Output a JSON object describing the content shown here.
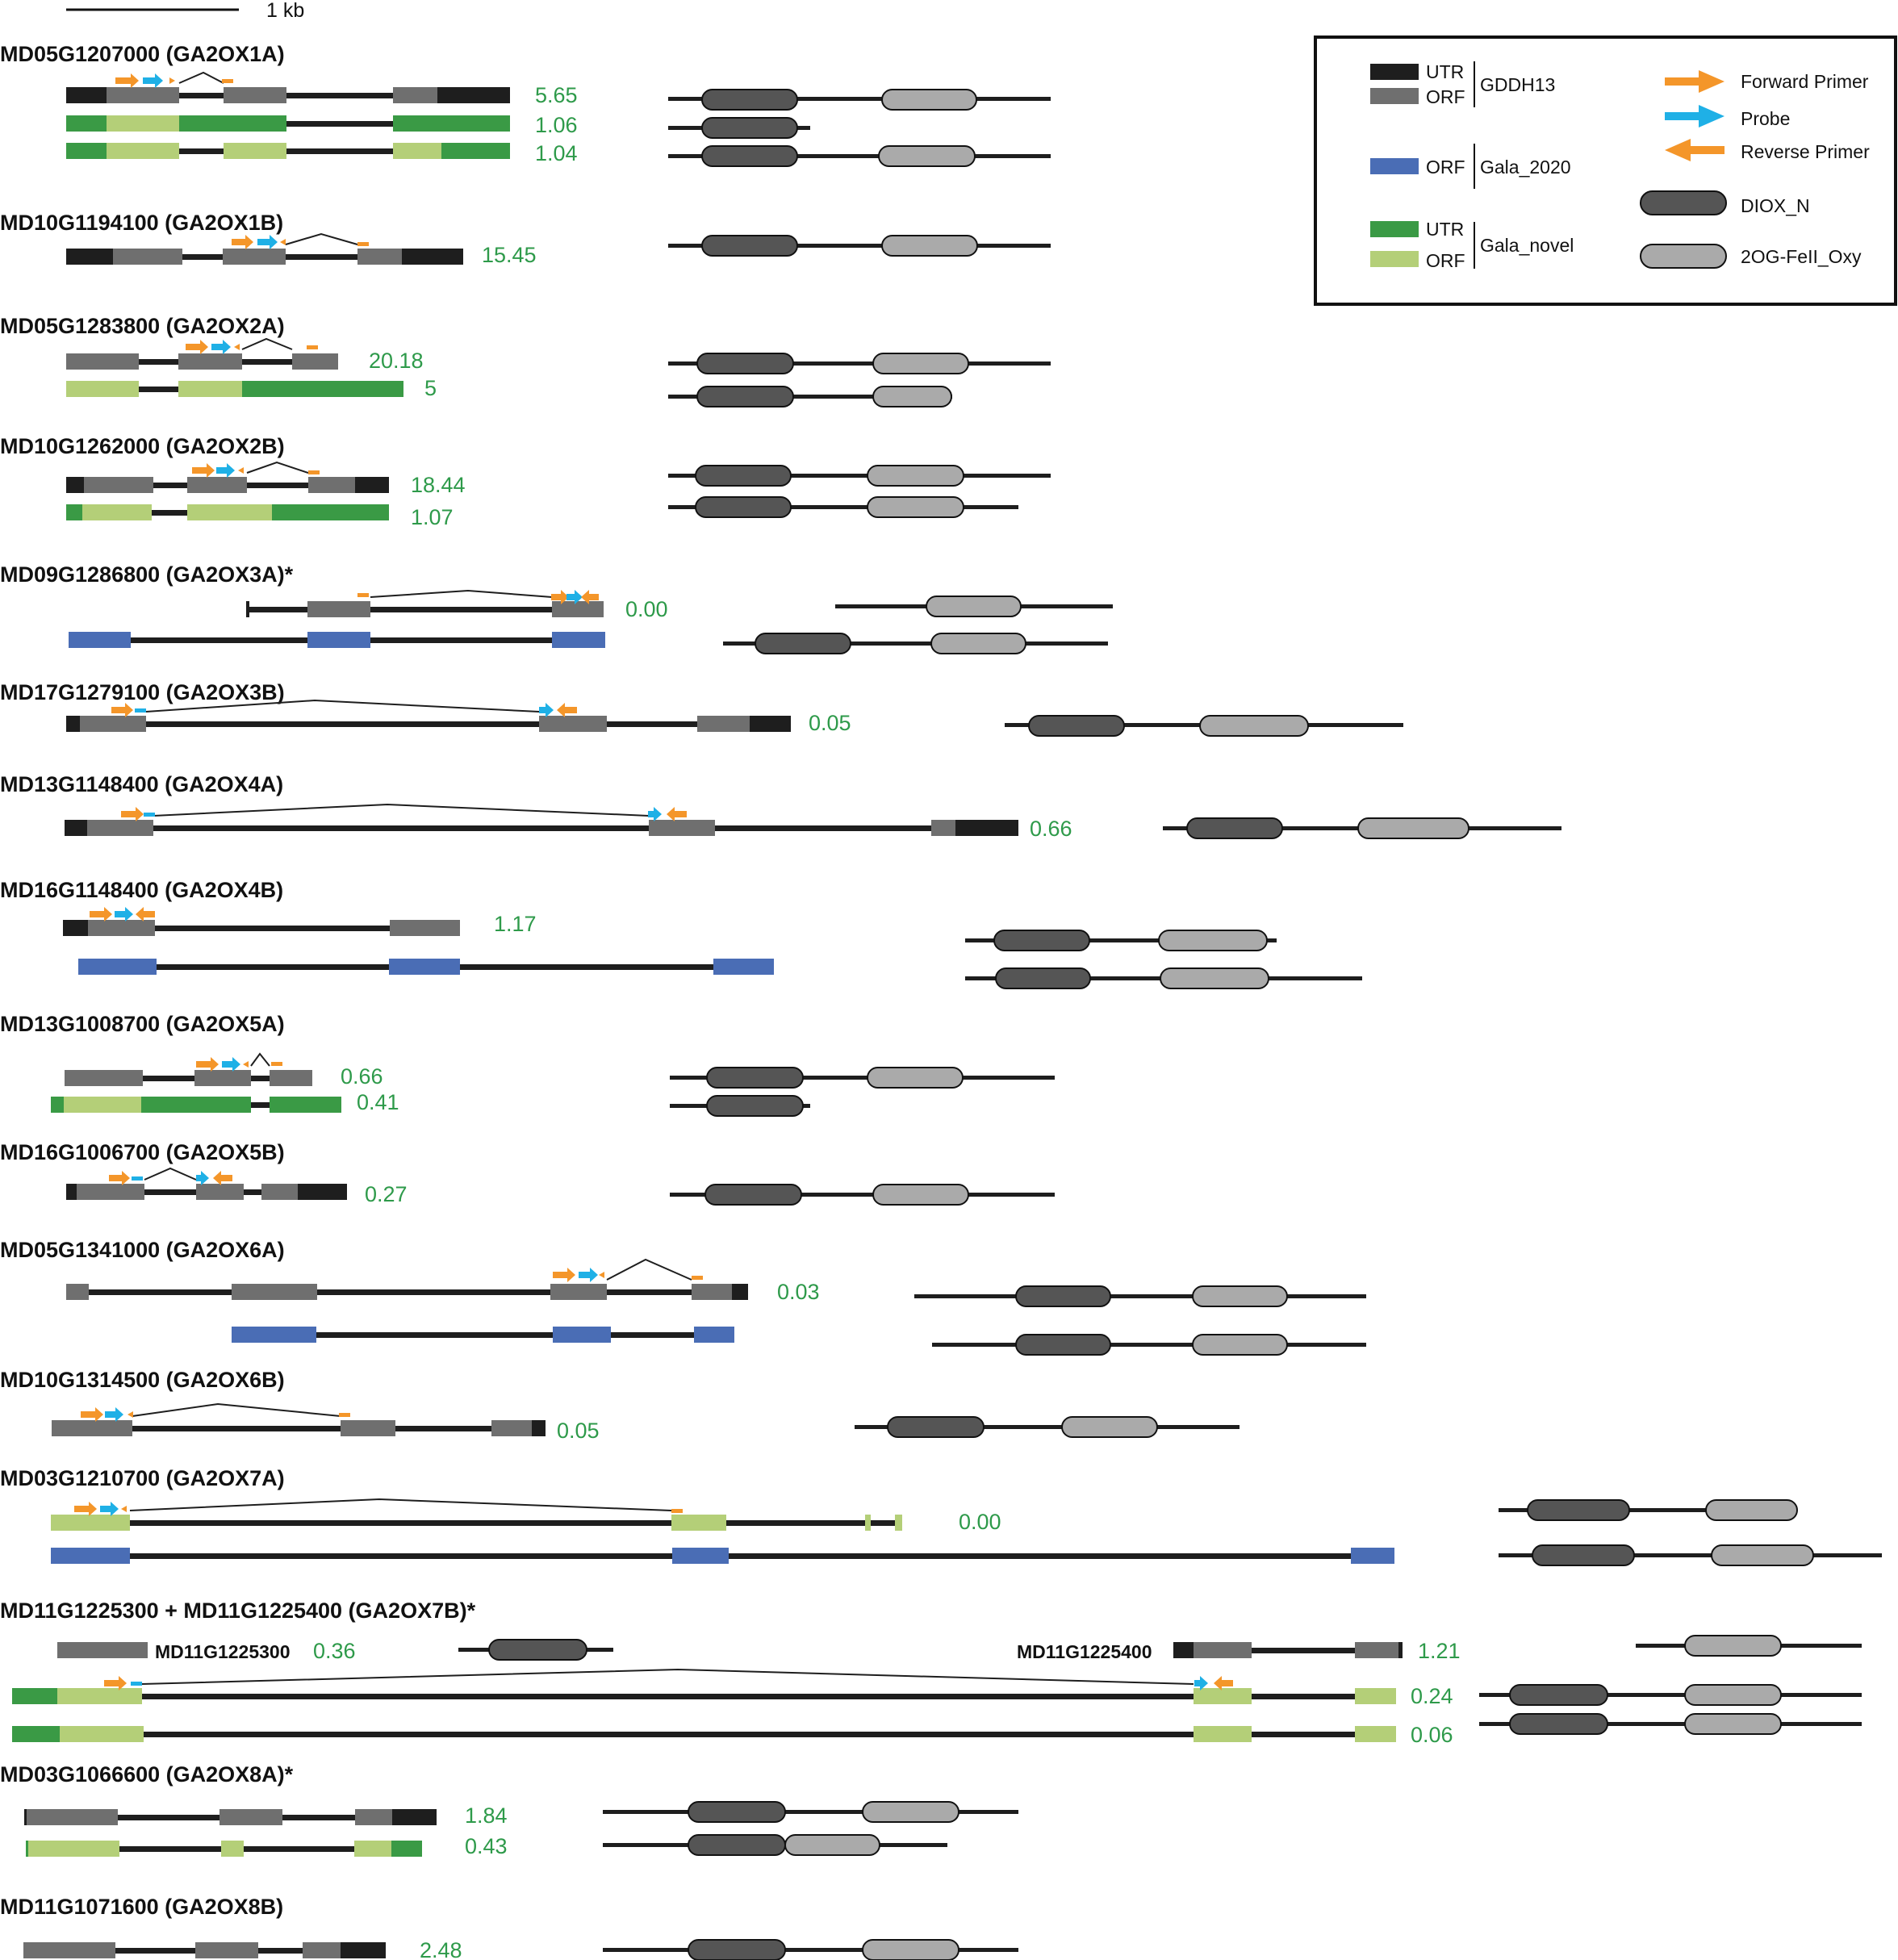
{
  "scale_bar": {
    "label": "1 kb"
  },
  "legend": {
    "gddh13_utr": "UTR",
    "gddh13_orf": "ORF",
    "gddh13_name": "GDDH13",
    "gala2020_orf": "ORF",
    "gala2020_name": "Gala_2020",
    "novel_utr": "UTR",
    "novel_orf": "ORF",
    "novel_name": "Gala_novel",
    "forward_primer": "Forward Primer",
    "probe": "Probe",
    "reverse_primer": "Reverse Primer",
    "diox_n": "DIOX_N",
    "oxy": "2OG-FeII_Oxy"
  },
  "genes": [
    {
      "label": "MD05G1207000 (GA2OX1A)",
      "values": [
        "5.65",
        "1.06",
        "1.04"
      ]
    },
    {
      "label": "MD10G1194100 (GA2OX1B)",
      "values": [
        "15.45"
      ]
    },
    {
      "label": "MD05G1283800 (GA2OX2A)",
      "values": [
        "20.18",
        "5"
      ]
    },
    {
      "label": "MD10G1262000 (GA2OX2B)",
      "values": [
        "18.44",
        "1.07"
      ]
    },
    {
      "label": "MD09G1286800 (GA2OX3A)*",
      "values": [
        "0.00"
      ]
    },
    {
      "label": "MD17G1279100 (GA2OX3B)",
      "values": [
        "0.05"
      ]
    },
    {
      "label": "MD13G1148400 (GA2OX4A)",
      "values": [
        "0.66"
      ]
    },
    {
      "label": "MD16G1148400 (GA2OX4B)",
      "values": [
        "1.17"
      ]
    },
    {
      "label": "MD13G1008700 (GA2OX5A)",
      "values": [
        "0.66",
        "0.41"
      ]
    },
    {
      "label": "MD16G1006700 (GA2OX5B)",
      "values": [
        "0.27"
      ]
    },
    {
      "label": "MD05G1341000 (GA2OX6A)",
      "values": [
        "0.03"
      ]
    },
    {
      "label": "MD10G1314500 (GA2OX6B)",
      "values": [
        "0.05"
      ]
    },
    {
      "label": "MD03G1210700 (GA2OX7A)",
      "values": [
        "0.00"
      ]
    },
    {
      "label": "MD11G1225300 + MD11G1225400 (GA2OX7B)*",
      "values": [
        "0.36",
        "1.21",
        "0.24",
        "0.06"
      ],
      "sublabels": [
        "MD11G1225300",
        "MD11G1225400"
      ]
    },
    {
      "label": "MD03G1066600 (GA2OX8A)*",
      "values": [
        "1.84",
        "0.43"
      ]
    },
    {
      "label": "MD11G1071600 (GA2OX8B)",
      "values": [
        "2.48"
      ]
    }
  ],
  "colors": {
    "utr": "#1e1e1e",
    "orf": "#6f6f6f",
    "gala2020": "#4a6db5",
    "novel_utr": "#3a9a45",
    "novel_orf": "#b4cf78",
    "forward": "#f4962a",
    "probe": "#1fb0e6",
    "expression": "#2e9a4a",
    "diox_n": "#555555",
    "oxy": "#aaaaaa"
  }
}
